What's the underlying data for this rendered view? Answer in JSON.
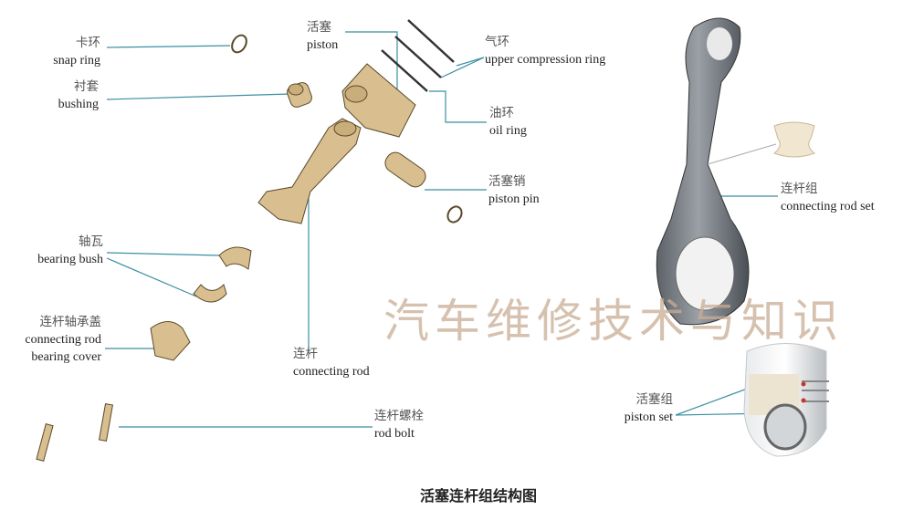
{
  "labels": {
    "snap_ring": {
      "zh": "卡环",
      "en": "snap ring"
    },
    "bushing": {
      "zh": "衬套",
      "en": "bushing"
    },
    "piston": {
      "zh": "活塞",
      "en": "piston"
    },
    "upper_ring": {
      "zh": "气环",
      "en": "upper compression ring"
    },
    "oil_ring": {
      "zh": "油环",
      "en": "oil ring"
    },
    "piston_pin": {
      "zh": "活塞销",
      "en": "piston pin"
    },
    "bearing_bush": {
      "zh": "轴瓦",
      "en": "bearing bush"
    },
    "bearing_cover": {
      "zh": "连杆轴承盖",
      "en1": "connecting rod",
      "en2": "bearing cover"
    },
    "connecting_rod": {
      "zh": "连杆",
      "en": "connecting rod"
    },
    "rod_bolt": {
      "zh": "连杆螺栓",
      "en": "rod bolt"
    },
    "rod_set": {
      "zh": "连杆组",
      "en": "connecting rod set"
    },
    "piston_set": {
      "zh": "活塞组",
      "en": "piston set"
    }
  },
  "watermark": "汽车维修技术与知识",
  "caption": "活塞连杆组结构图",
  "colors": {
    "part": "#d9bf8f",
    "outline": "#5a4a2a",
    "leader": "#3a8fa0"
  }
}
